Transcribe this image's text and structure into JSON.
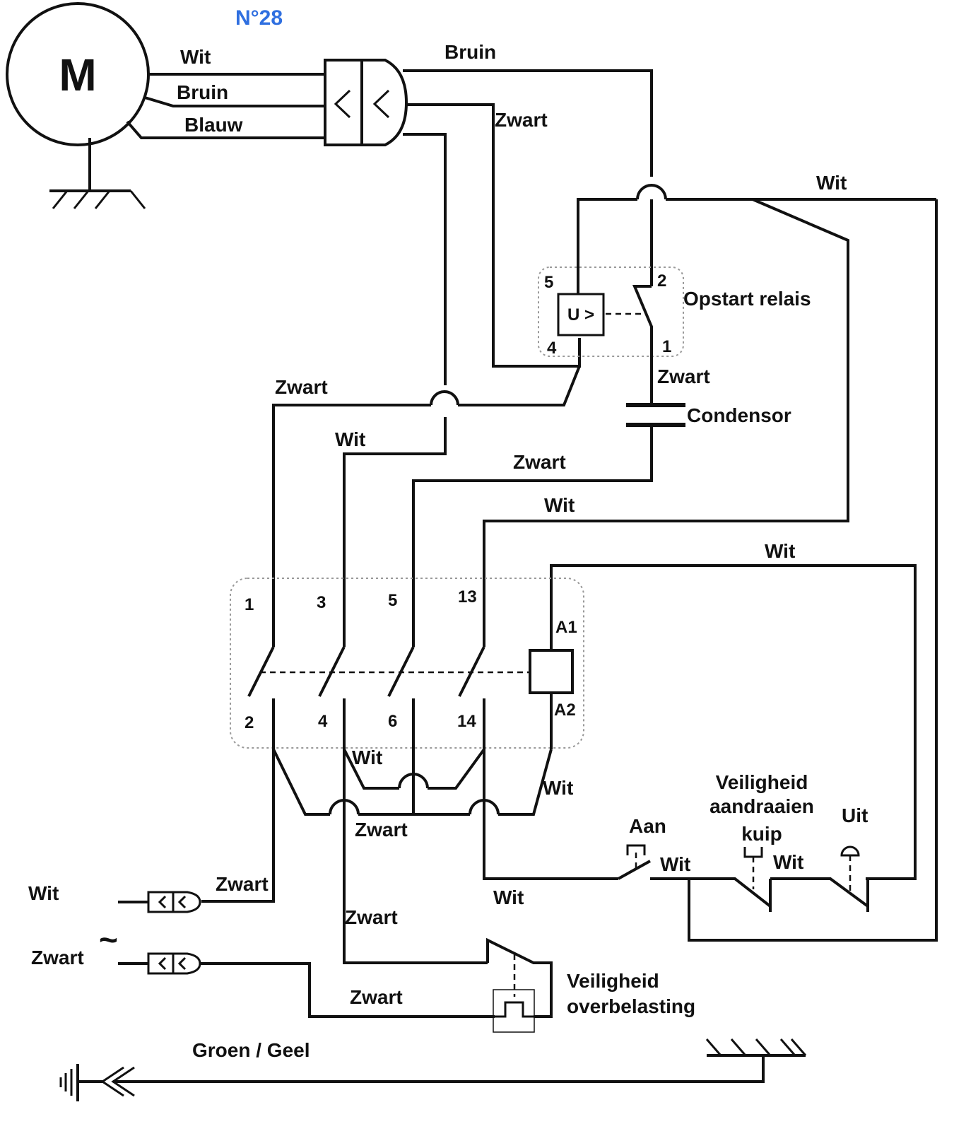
{
  "diagram": {
    "title": "N°28",
    "motor": {
      "symbol": "M"
    },
    "wire_labels": {
      "motor_wit": "Wit",
      "motor_bruin": "Bruin",
      "motor_blauw": "Blauw",
      "top_bruin": "Bruin",
      "top_zwart": "Zwart",
      "top_right_wit": "Wit",
      "relay_zwart": "Zwart",
      "left_zwart": "Zwart",
      "wit_3": "Wit",
      "zwart_5": "Zwart",
      "wit_13": "Wit",
      "wit_a1": "Wit",
      "bottom_wit_mid": "Wit",
      "bottom_wit_a2": "Wit",
      "bottom_zwart": "Zwart",
      "input_zwart_top": "Zwart",
      "wit_aan_left": "Wit",
      "wit_aan_right": "Wit",
      "wit_veiligheid": "Wit",
      "overload_zwart_top": "Zwart",
      "overload_zwart_bottom": "Zwart",
      "ground": "Groen / Geel"
    },
    "relay": {
      "label": "Opstart relais",
      "symbol": "U >",
      "pins": [
        "5",
        "2",
        "4",
        "1"
      ]
    },
    "capacitor": {
      "label": "Condensor"
    },
    "contactor": {
      "pins_top": [
        "1",
        "3",
        "5",
        "13"
      ],
      "pins_bottom": [
        "2",
        "4",
        "6",
        "14"
      ],
      "coil_top": "A1",
      "coil_bottom": "A2"
    },
    "switches": {
      "aan": "Aan",
      "safety_line1": "Veiligheid",
      "safety_line2": "aandraaien",
      "safety_line3": "kuip",
      "uit": "Uit",
      "overload_line1": "Veiligheid",
      "overload_line2": "overbelasting"
    },
    "supply": {
      "wit": "Wit",
      "zwart": "Zwart",
      "symbol": "~"
    }
  }
}
